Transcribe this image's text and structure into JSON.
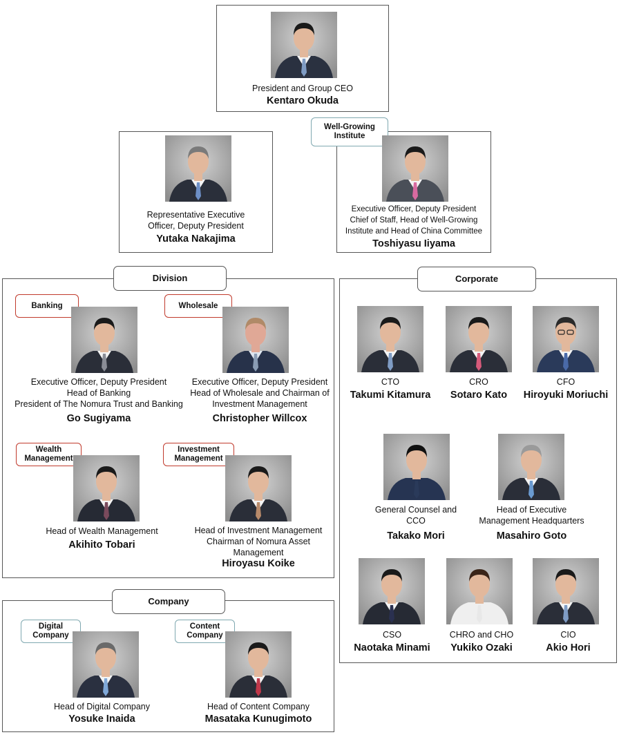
{
  "people": [
    {
      "id": "okuda",
      "title": "President and Group CEO",
      "name": "Kentaro Okuda",
      "tie": "#7f9cc4",
      "suit": "#2a3140",
      "hair": "#1a1a1a",
      "shirt": "#f4f4f4"
    },
    {
      "id": "nakajima",
      "title": "Representative Executive Officer, Deputy President",
      "name": "Yutaka Nakajima",
      "tie": "#6d8fc6",
      "suit": "#2a2f3a",
      "hair": "#7a7a7a",
      "shirt": "#f4f4f4"
    },
    {
      "id": "iiyama",
      "title": "Executive Officer, Deputy President Chief of Staff, Head of Well-Growing Institute and Head of China Committee",
      "name": "Toshiyasu Iiyama",
      "tie": "#d96aa0",
      "suit": "#4a4f58",
      "hair": "#1a1a1a",
      "shirt": "#f4f4f4"
    },
    {
      "id": "sugiyama",
      "title": "Executive Officer, Deputy President Head of Banking President of The Nomura Trust and Banking",
      "name": "Go Sugiyama",
      "tie": "#8a8d96",
      "suit": "#2a2e38",
      "hair": "#1a1a1a",
      "shirt": "#f4f4f4"
    },
    {
      "id": "willcox",
      "title": "Executive Officer, Deputy President Head of Wholesale and Chairman of Investment Management",
      "name": "Christopher Willcox",
      "tie": "#8a9cb4",
      "suit": "#27324a",
      "hair": "#b08a68",
      "shirt": "#dfe6ef",
      "skin": "#e0a896"
    },
    {
      "id": "tobari",
      "title": "Head of Wealth Management",
      "name": "Akihito Tobari",
      "tie": "#7a4a5c",
      "suit": "#262a34",
      "hair": "#1a1a1a",
      "shirt": "#f4f4f4"
    },
    {
      "id": "koike",
      "title": "Head of Investment Management Chairman of Nomura Asset Management",
      "name": "Hiroyasu Koike",
      "tie": "#b88a6a",
      "suit": "#2a2e38",
      "hair": "#1a1a1a",
      "shirt": "#f4f4f4"
    },
    {
      "id": "inaida",
      "title": "Head of Digital Company",
      "name": "Yosuke Inaida",
      "tie": "#7fa8d8",
      "suit": "#2a3040",
      "hair": "#6a6a6a",
      "shirt": "#f4f4f4"
    },
    {
      "id": "kunugimoto",
      "title": "Head of Content Company",
      "name": "Masataka Kunugimoto",
      "tie": "#c0384a",
      "suit": "#2a2e38",
      "hair": "#1a1a1a",
      "shirt": "#f4f4f4"
    },
    {
      "id": "kitamura",
      "title": "CTO",
      "name": "Takumi Kitamura",
      "tie": "#7f9cc4",
      "suit": "#2a2e38",
      "hair": "#1a1a1a",
      "shirt": "#f4f4f4"
    },
    {
      "id": "kato",
      "title": "CRO",
      "name": "Sotaro Kato",
      "tie": "#d65a7a",
      "suit": "#2a2e38",
      "hair": "#1a1a1a",
      "shirt": "#f4f4f4"
    },
    {
      "id": "moriuchi",
      "title": "CFO",
      "name": "Hiroyuki Moriuchi",
      "tie": "#4a6aa8",
      "suit": "#2a3a5a",
      "hair": "#2a2a2a",
      "shirt": "#f4f4f4",
      "glasses": true
    },
    {
      "id": "mori",
      "title": "General Counsel and CCO",
      "name": "Takako Mori",
      "tie": "#2a3a5a",
      "suit": "#263452",
      "hair": "#111111",
      "shirt": "#263452"
    },
    {
      "id": "goto",
      "title": "Head of Executive Management Headquarters",
      "name": "Masahiro Goto",
      "tie": "#6a9ad0",
      "suit": "#2a2e38",
      "hair": "#9a9a9a",
      "shirt": "#f4f4f4"
    },
    {
      "id": "minami",
      "title": "CSO",
      "name": "Naotaka Minami",
      "tie": "#2a3050",
      "suit": "#262a34",
      "hair": "#1a1a1a",
      "shirt": "#f4f4f4"
    },
    {
      "id": "ozaki",
      "title": "CHRO and CHO",
      "name": "Yukiko Ozaki",
      "tie": "#e8e8e8",
      "suit": "#efefef",
      "hair": "#3a2418",
      "shirt": "#efefef"
    },
    {
      "id": "hori",
      "title": "CIO",
      "name": "Akio Hori",
      "tie": "#7f9cc4",
      "suit": "#2a2e38",
      "hair": "#1a1a1a",
      "shirt": "#f4f4f4"
    }
  ],
  "sections": {
    "division": "Division",
    "corporate": "Corporate",
    "company": "Company"
  },
  "tags": {
    "well_growing": "Well-Growing Institute",
    "banking": "Banking",
    "wholesale": "Wholesale",
    "wealth": "Wealth Management",
    "investment": "Investment Management",
    "digital": "Digital Company",
    "content": "Content Company"
  },
  "lines": {
    "nakajima": [
      "Representative Executive",
      "Officer, Deputy President"
    ],
    "iiyama": [
      "Executive Officer, Deputy President",
      "Chief of Staff, Head of Well-Growing",
      "Institute and Head of China Committee"
    ],
    "sugiyama": [
      "Executive Officer, Deputy President",
      "Head of Banking",
      "President of The Nomura Trust and Banking"
    ],
    "willcox": [
      "Executive Officer, Deputy President",
      "Head of Wholesale and Chairman of",
      "Investment Management"
    ],
    "koike": [
      "Head of Investment Management",
      "Chairman of Nomura Asset",
      "Management"
    ],
    "mori": [
      "General Counsel and",
      "CCO"
    ],
    "goto": [
      "Head of Executive",
      "Management Headquarters"
    ],
    "well_growing": [
      "Well-Growing",
      "Institute"
    ],
    "wealth": [
      "Wealth",
      "Management"
    ],
    "investment": [
      "Investment",
      "Management"
    ],
    "digital": [
      "Digital",
      "Company"
    ],
    "content": [
      "Content",
      "Company"
    ]
  }
}
